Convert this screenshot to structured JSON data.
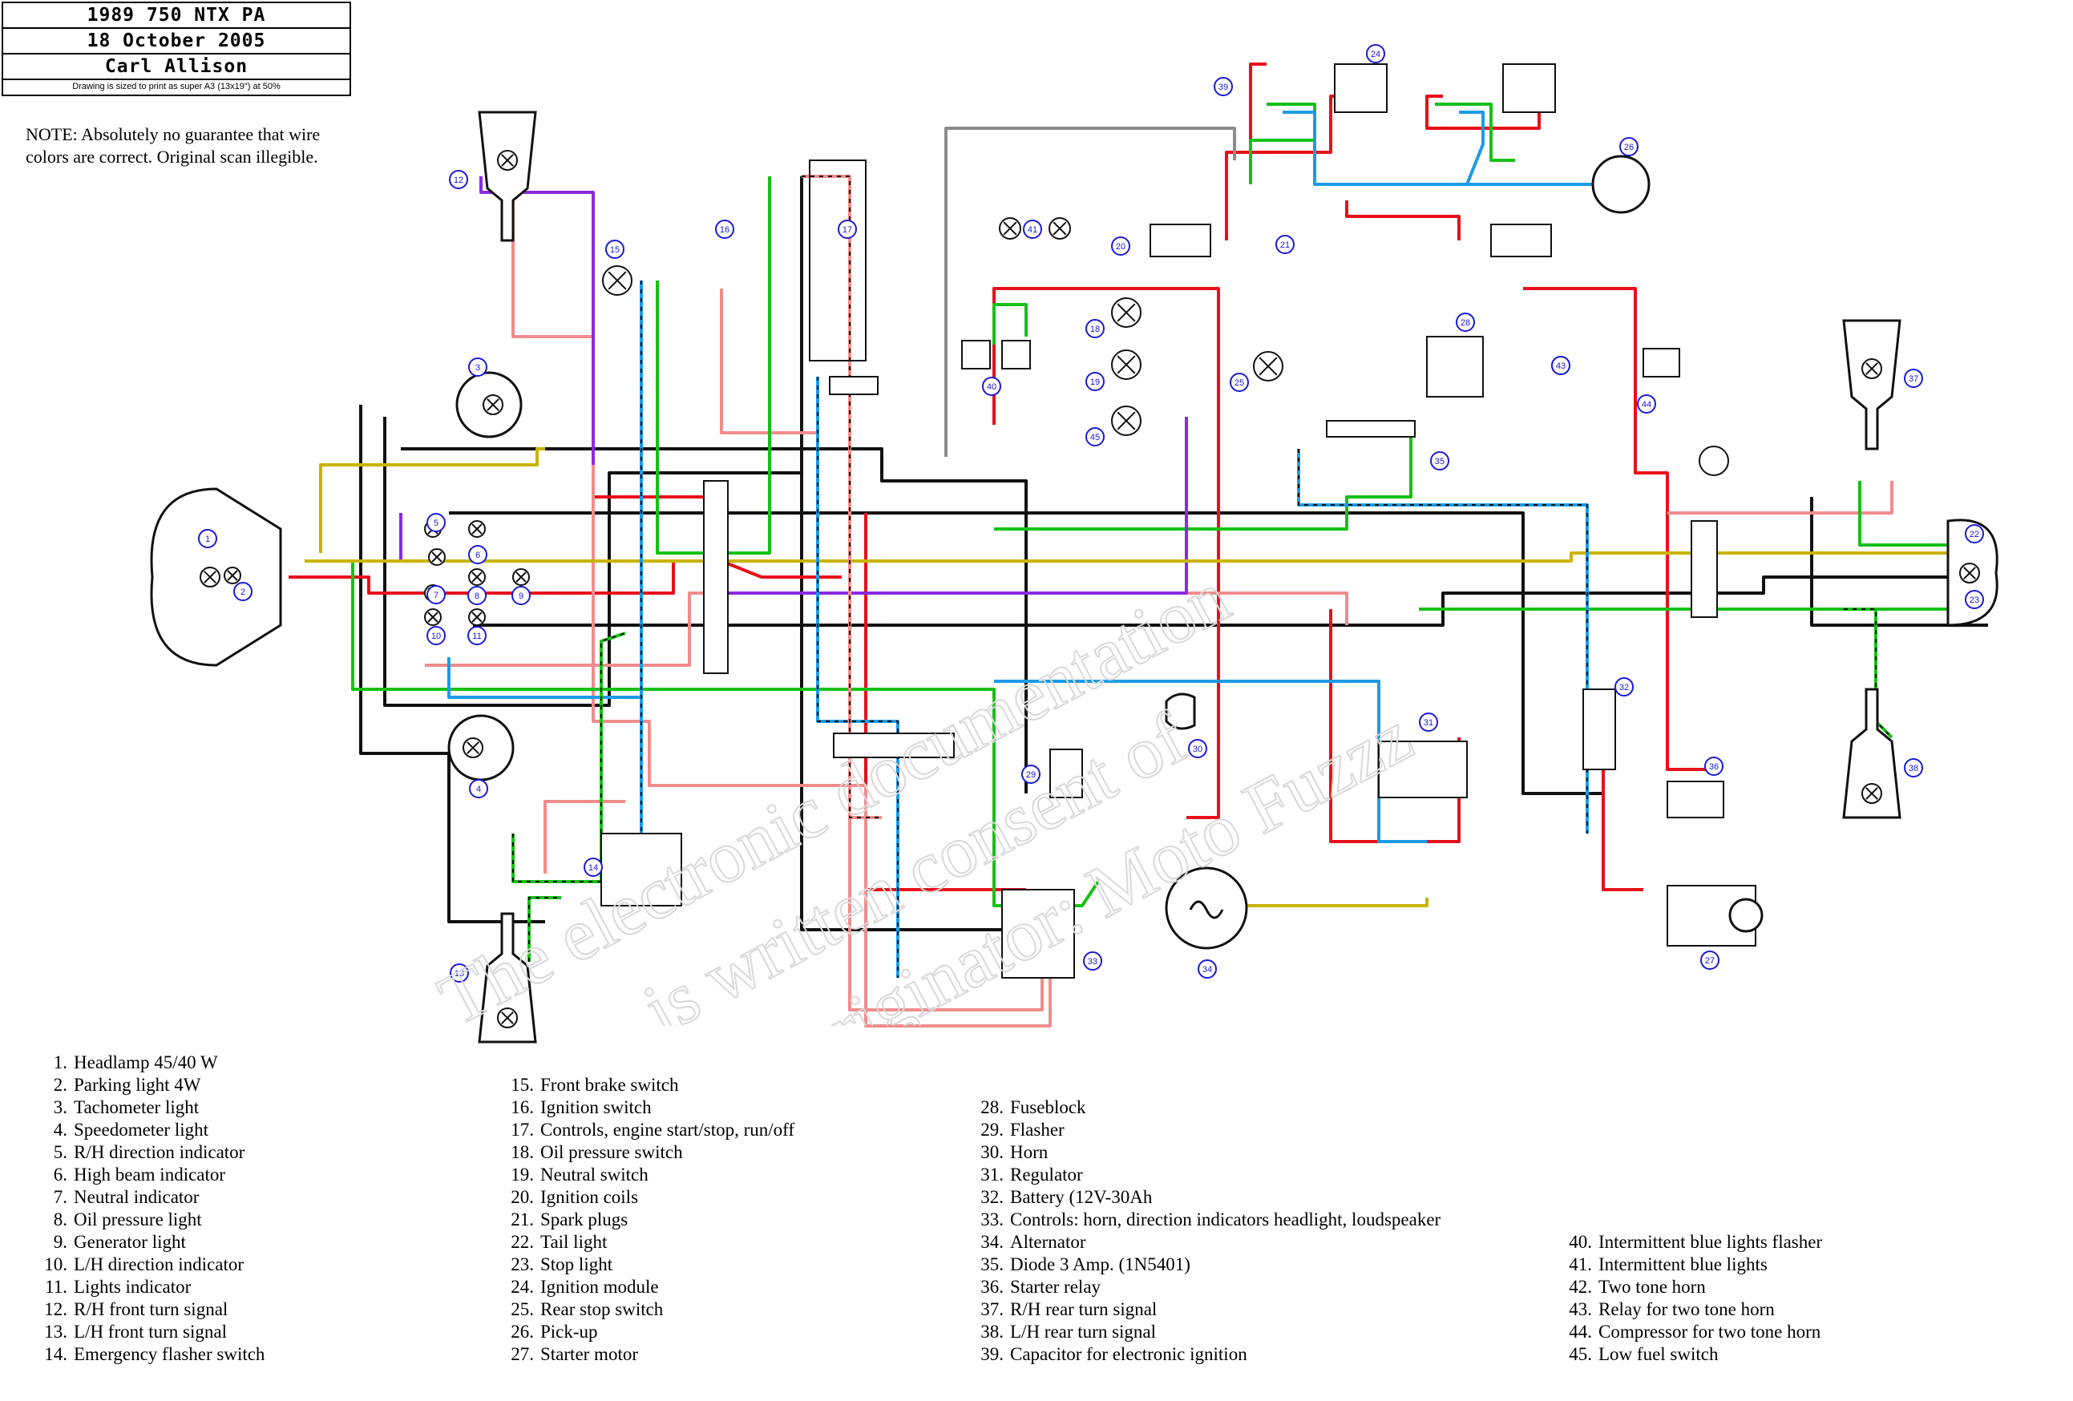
{
  "title_block": {
    "model": "1989 750 NTX PA",
    "date": "18 October 2005",
    "author": "Carl Allison",
    "print_note": "Drawing is sized to print as super A3 (13x19\") at 50%"
  },
  "note": "NOTE:  Absolutely no guarantee that wire colors are correct.  Original scan illegible.",
  "watermark": [
    "The electronic documentation",
    "is written consent of",
    "the originator: Moto Fuzzz"
  ],
  "colors": {
    "red": "#e8101a",
    "pink": "#f08c8c",
    "black": "#111111",
    "green": "#16c116",
    "blue": "#1c9be6",
    "purple": "#8a2be2",
    "yellow": "#c8b400",
    "gray": "#8c8c8c",
    "callout": "#1a1ad8"
  },
  "components": [
    {
      "n": "1",
      "label": "Headlamp 45/40 W"
    },
    {
      "n": "2",
      "label": "Parking light 4W"
    },
    {
      "n": "3",
      "label": "Tachometer light"
    },
    {
      "n": "4",
      "label": "Speedometer light"
    },
    {
      "n": "5",
      "label": "R/H direction indicator"
    },
    {
      "n": "6",
      "label": "High beam indicator"
    },
    {
      "n": "7",
      "label": "Neutral indicator"
    },
    {
      "n": "8",
      "label": "Oil pressure light"
    },
    {
      "n": "9",
      "label": "Generator light"
    },
    {
      "n": "10",
      "label": "L/H direction indicator"
    },
    {
      "n": "11",
      "label": "Lights indicator"
    },
    {
      "n": "12",
      "label": "R/H front turn signal"
    },
    {
      "n": "13",
      "label": "L/H front turn signal"
    },
    {
      "n": "14",
      "label": "Emergency flasher switch"
    },
    {
      "n": "15",
      "label": "Front brake switch"
    },
    {
      "n": "16",
      "label": "Ignition switch"
    },
    {
      "n": "17",
      "label": "Controls, engine start/stop, run/off"
    },
    {
      "n": "18",
      "label": "Oil pressure switch"
    },
    {
      "n": "19",
      "label": "Neutral switch"
    },
    {
      "n": "20",
      "label": "Ignition coils"
    },
    {
      "n": "21",
      "label": "Spark plugs"
    },
    {
      "n": "22",
      "label": "Tail light"
    },
    {
      "n": "23",
      "label": "Stop light"
    },
    {
      "n": "24",
      "label": "Ignition module"
    },
    {
      "n": "25",
      "label": "Rear stop switch"
    },
    {
      "n": "26",
      "label": "Pick-up"
    },
    {
      "n": "27",
      "label": "Starter motor"
    },
    {
      "n": "28",
      "label": "Fuseblock"
    },
    {
      "n": "29",
      "label": "Flasher"
    },
    {
      "n": "30",
      "label": "Horn"
    },
    {
      "n": "31",
      "label": "Regulator"
    },
    {
      "n": "32",
      "label": "Battery (12V-30Ah"
    },
    {
      "n": "33",
      "label": "Controls: horn, direction indicators headlight, loudspeaker"
    },
    {
      "n": "34",
      "label": "Alternator"
    },
    {
      "n": "35",
      "label": "Diode 3 Amp. (1N5401)"
    },
    {
      "n": "36",
      "label": "Starter relay"
    },
    {
      "n": "37",
      "label": "R/H rear turn signal"
    },
    {
      "n": "38",
      "label": "L/H rear turn signal"
    },
    {
      "n": "39",
      "label": "Capacitor for electronic ignition"
    },
    {
      "n": "40",
      "label": "Intermittent blue lights flasher"
    },
    {
      "n": "41",
      "label": "Intermittent blue lights"
    },
    {
      "n": "42",
      "label": "Two tone horn"
    },
    {
      "n": "43",
      "label": "Relay for two tone horn"
    },
    {
      "n": "44",
      "label": "Compressor for two tone horn"
    },
    {
      "n": "45",
      "label": "Low fuel switch"
    }
  ]
}
